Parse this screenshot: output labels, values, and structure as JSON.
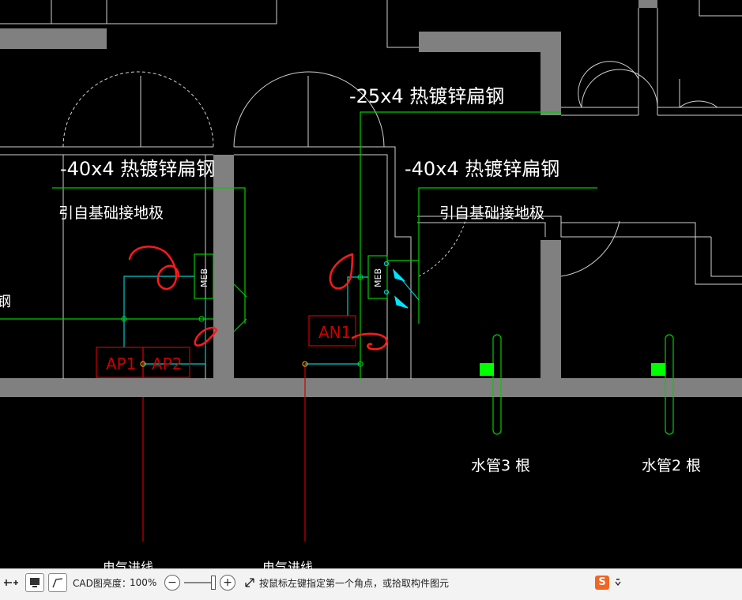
{
  "drawing": {
    "labels": {
      "steel_25x4": "-25x4 热镀锌扁钢",
      "steel_40x4_left": "-40x4 热镀锌扁钢",
      "steel_40x4_right": "-40x4 热镀锌扁钢",
      "ground_left": "引自基础接地极",
      "ground_right": "引自基础接地极",
      "left_edge_partial": "钢",
      "meb_left": "MEB",
      "meb_right": "MEB",
      "ap1": "AP1",
      "ap2": "AP2",
      "an1": "AN1",
      "pipe3": "水管3 根",
      "pipe2": "水管2 根",
      "feed_left": "电气进线",
      "feed_right": "电气进线"
    },
    "colors": {
      "background": "#000000",
      "wall": "#808080",
      "grounding_line": "#00cc00",
      "equipment": "#cc0000",
      "connection": "#00cccc",
      "annotation": "#ff0000",
      "pipe_marker": "#00ff00"
    }
  },
  "status_bar": {
    "brightness_label": "CAD图亮度：",
    "brightness_value": "100%",
    "hint": "按鼠标左键指定第一个角点，或拾取构件图元",
    "icons": {
      "left_tool": "add-line-icon",
      "display": "monitor-icon",
      "curve": "polyline-icon",
      "zoom_out": "minus-circle-icon",
      "zoom_in": "plus-circle-icon",
      "select_window": "diagonal-arrow-icon",
      "ime": "sogou-ime-icon",
      "dropdown": "chevron-down-icon"
    }
  }
}
